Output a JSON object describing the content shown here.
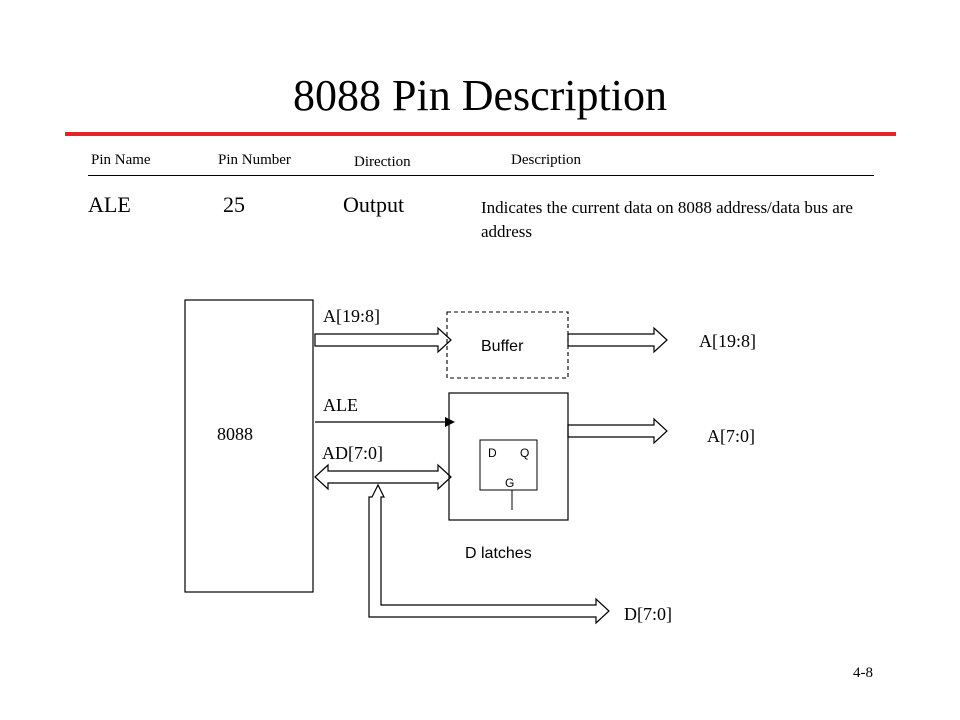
{
  "title": "8088 Pin Description",
  "table": {
    "headers": {
      "pin_name": "Pin Name",
      "pin_number": "Pin Number",
      "direction": "Direction",
      "description": "Description"
    },
    "row": {
      "pin_name": "ALE",
      "pin_number": "25",
      "direction": "Output",
      "description": "Indicates the current data on 8088 address/data bus are address"
    }
  },
  "diagram": {
    "chip_label": "8088",
    "signal_a19_8": "A[19:8]",
    "signal_ale": "ALE",
    "signal_ad7_0": "AD[7:0]",
    "buffer_label": "Buffer",
    "out_a19_8": "A[19:8]",
    "out_a7_0": "A[7:0]",
    "latch_d": "D",
    "latch_q": "Q",
    "latch_g": "G",
    "latches_label": "D latches",
    "out_d7_0": "D[7:0]"
  },
  "slide_number": "4-8",
  "colors": {
    "accent_rule": "#e8232a"
  }
}
